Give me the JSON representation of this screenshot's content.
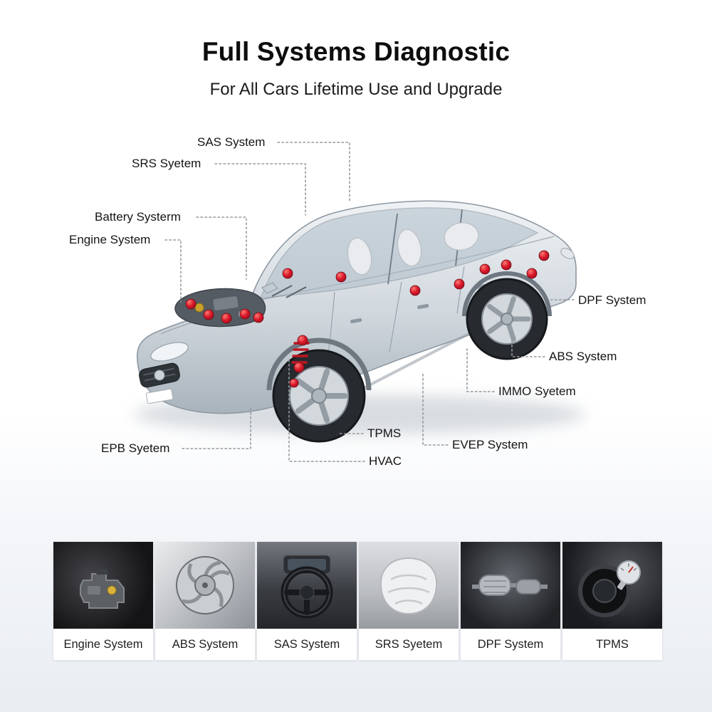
{
  "header": {
    "title": "Full Systems Diagnostic",
    "subtitle": "For All Cars Lifetime Use and Upgrade"
  },
  "diagram": {
    "marker_color": "#c4121f",
    "leader_color": "#949a9f",
    "callouts": [
      {
        "id": "sas",
        "label": "SAS System"
      },
      {
        "id": "srs",
        "label": "SRS Syetem"
      },
      {
        "id": "battery",
        "label": "Battery Systerm"
      },
      {
        "id": "engine",
        "label": "Engine System"
      },
      {
        "id": "dpf",
        "label": "DPF System"
      },
      {
        "id": "abs",
        "label": "ABS System"
      },
      {
        "id": "immo",
        "label": "IMMO Syetem"
      },
      {
        "id": "evep",
        "label": "EVEP System"
      },
      {
        "id": "tpms",
        "label": "TPMS"
      },
      {
        "id": "hvac",
        "label": "HVAC"
      },
      {
        "id": "epb",
        "label": "EPB Syetem"
      }
    ]
  },
  "thumbnails": [
    {
      "label": "Engine System",
      "icon": "engine-icon"
    },
    {
      "label": "ABS System",
      "icon": "brake-disc-icon"
    },
    {
      "label": "SAS System",
      "icon": "steering-wheel-icon"
    },
    {
      "label": "SRS Syetem",
      "icon": "airbag-icon"
    },
    {
      "label": "DPF System",
      "icon": "exhaust-filter-icon"
    },
    {
      "label": "TPMS",
      "icon": "tire-pressure-icon"
    }
  ]
}
